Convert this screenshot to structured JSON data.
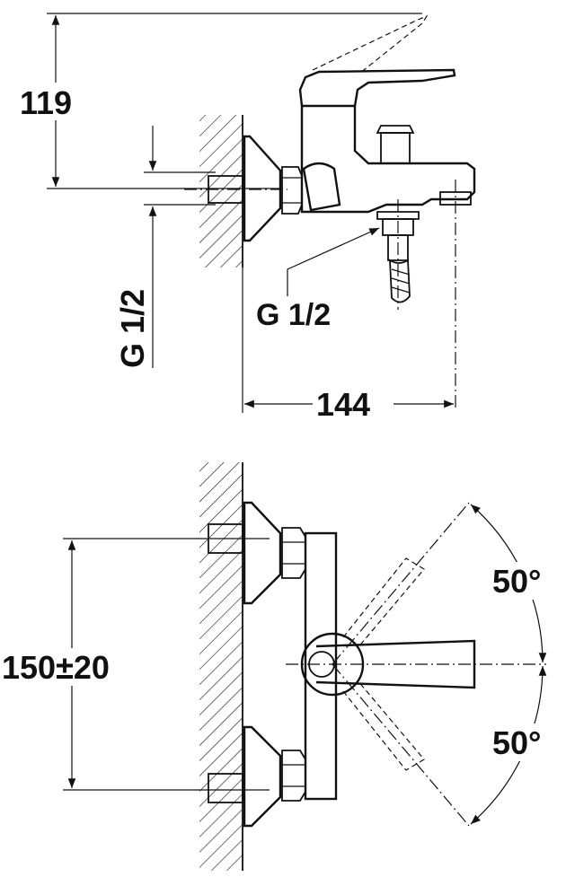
{
  "dimensions": {
    "height": "119",
    "inlet_thread": "G 1/2",
    "outlet_thread": "G 1/2",
    "projection": "144",
    "inlet_spacing": "150±20",
    "angle_upper": "50°",
    "angle_lower": "50°"
  },
  "colors": {
    "line": "#111111",
    "background": "#ffffff"
  }
}
